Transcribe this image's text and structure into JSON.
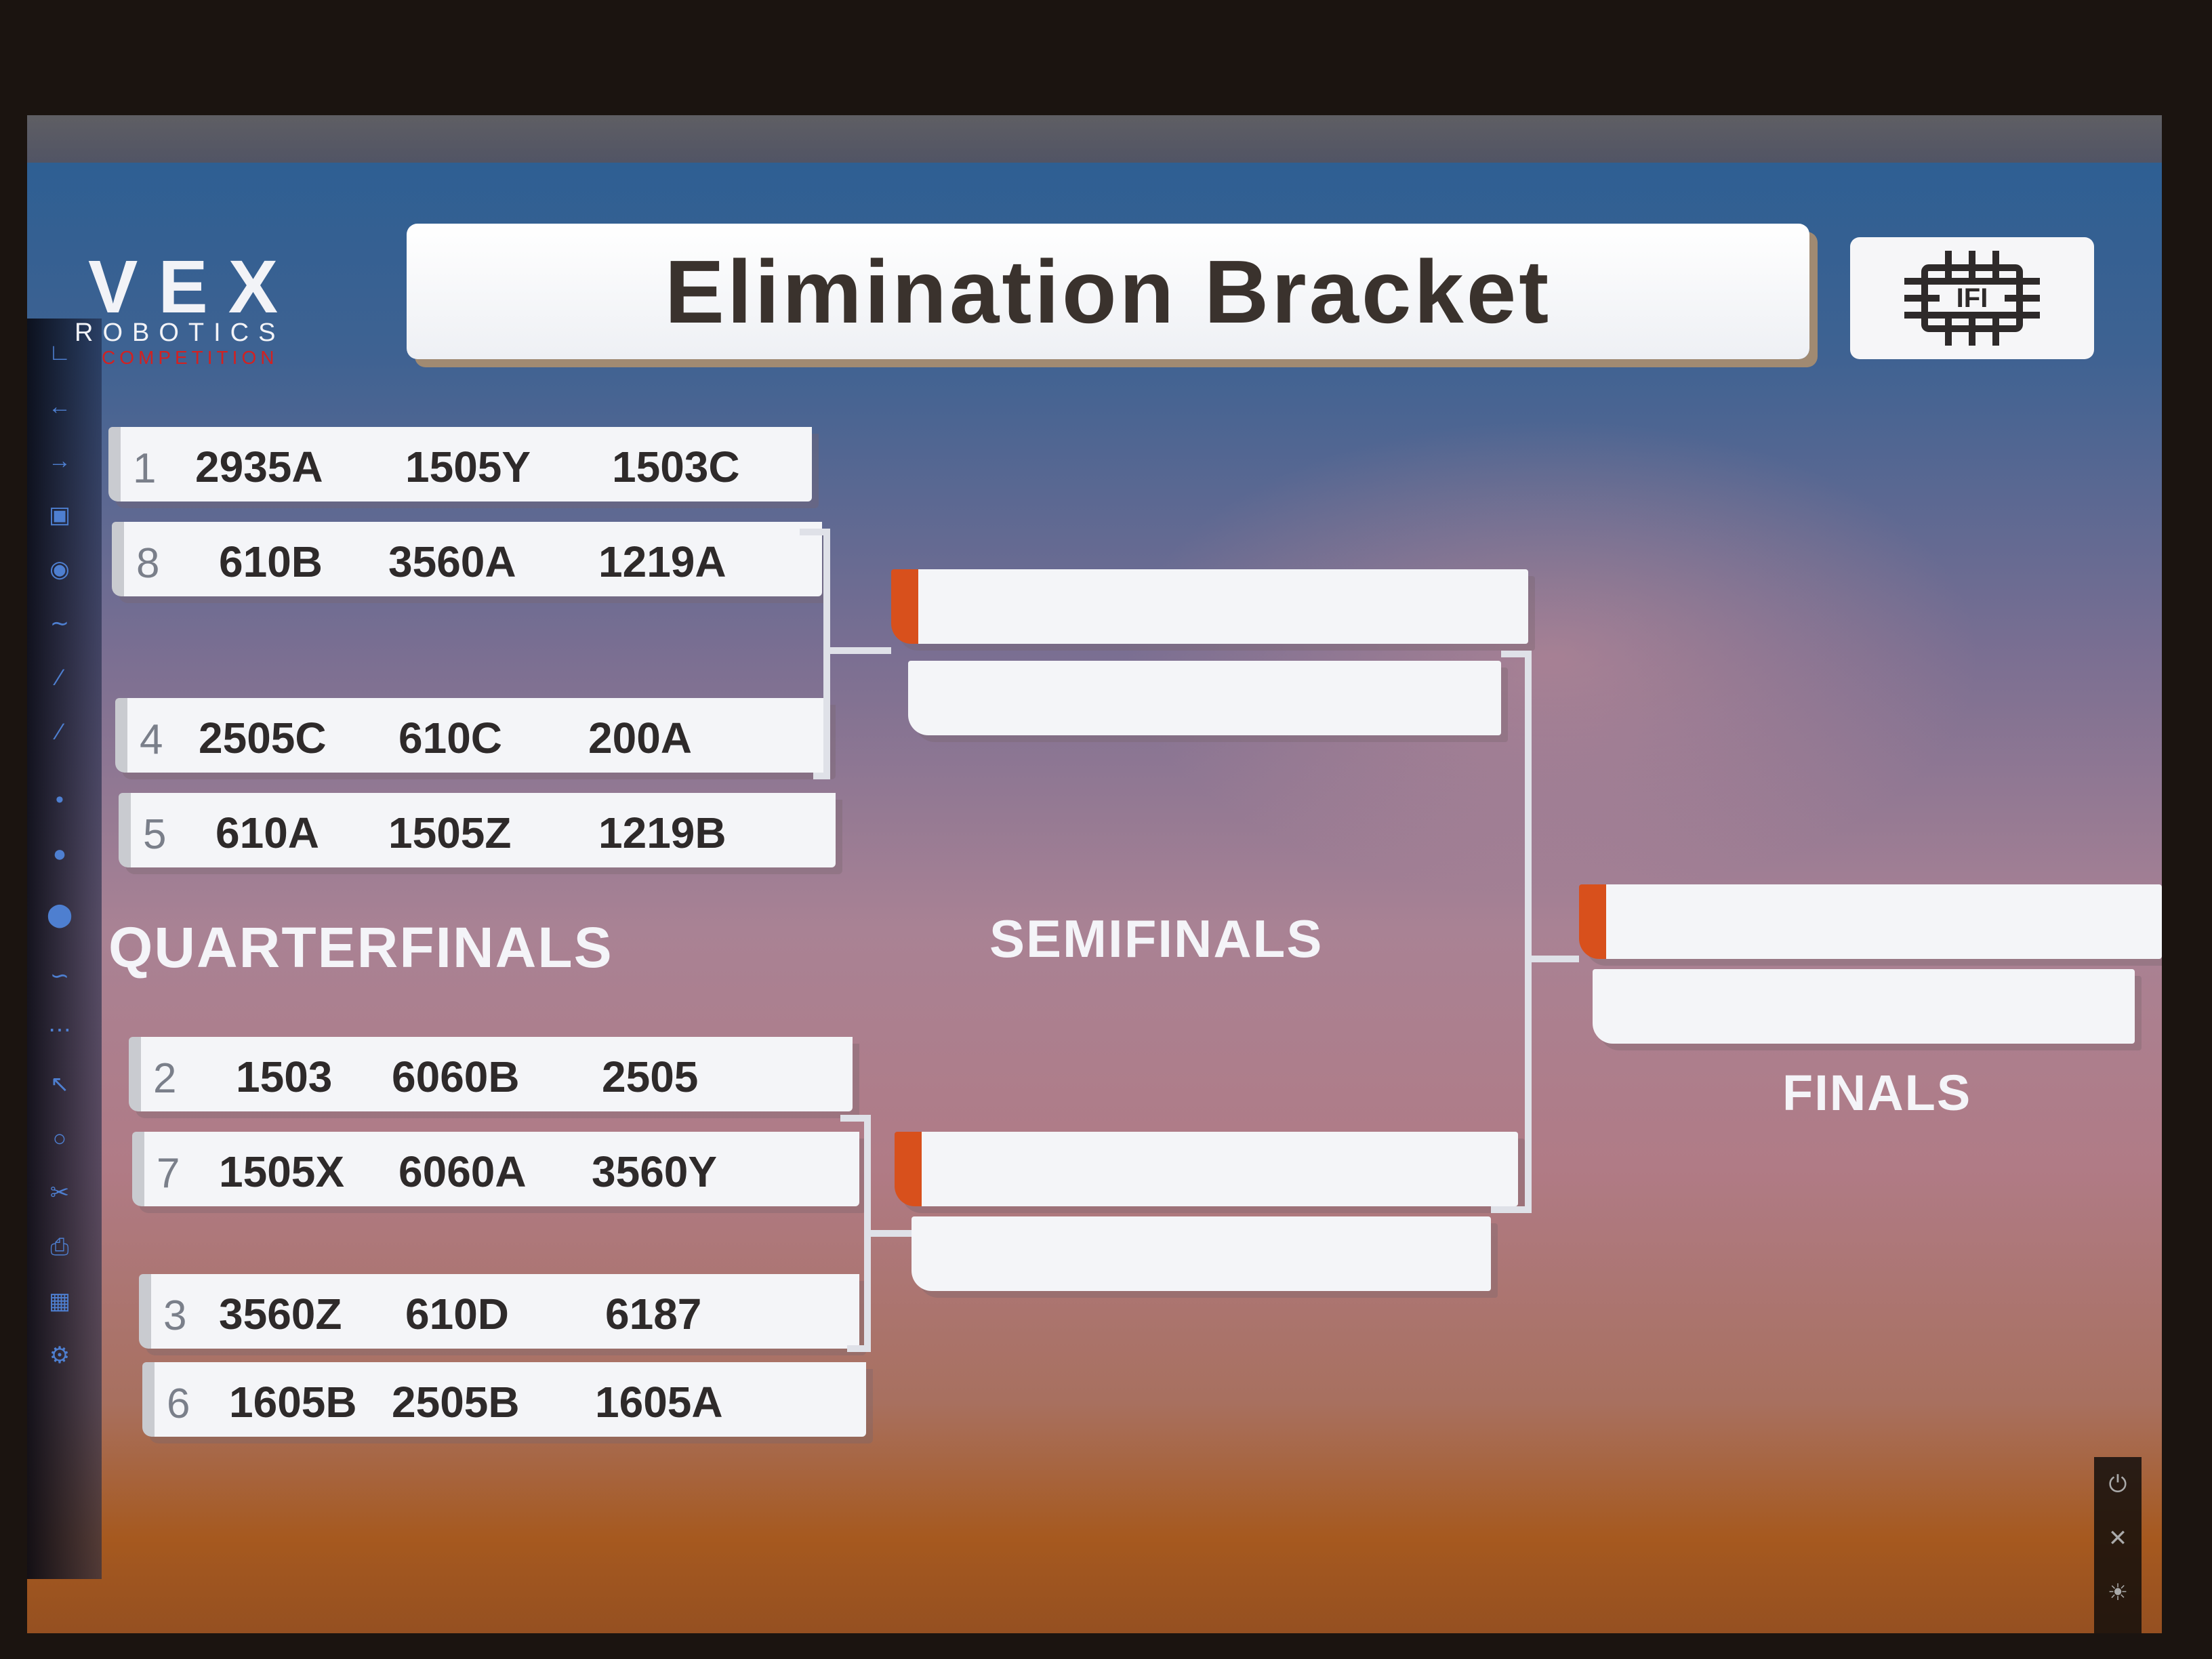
{
  "title": "Elimination Bracket",
  "logo": {
    "name": "VEX",
    "sub": "ROBOTICS",
    "sub2": "COMPETITION",
    "partner": "IFI"
  },
  "rounds": {
    "quarterfinals": "QUARTERFINALS",
    "semifinals": "SEMIFINALS",
    "finals": "FINALS"
  },
  "quarterfinals": [
    {
      "seed": "1",
      "teams": [
        "2935A",
        "1505Y",
        "1503C"
      ]
    },
    {
      "seed": "8",
      "teams": [
        "610B",
        "3560A",
        "1219A"
      ]
    },
    {
      "seed": "4",
      "teams": [
        "2505C",
        "610C",
        "200A"
      ]
    },
    {
      "seed": "5",
      "teams": [
        "610A",
        "1505Z",
        "1219B"
      ]
    },
    {
      "seed": "2",
      "teams": [
        "1503",
        "6060B",
        "2505"
      ]
    },
    {
      "seed": "7",
      "teams": [
        "1505X",
        "6060A",
        "3560Y"
      ]
    },
    {
      "seed": "3",
      "teams": [
        "3560Z",
        "610D",
        "6187"
      ]
    },
    {
      "seed": "6",
      "teams": [
        "1605B",
        "2505B",
        "1605A"
      ]
    }
  ],
  "colors": {
    "accent": "#d8501c",
    "box": "#f4f5f8",
    "label": "#f4f4f8"
  }
}
